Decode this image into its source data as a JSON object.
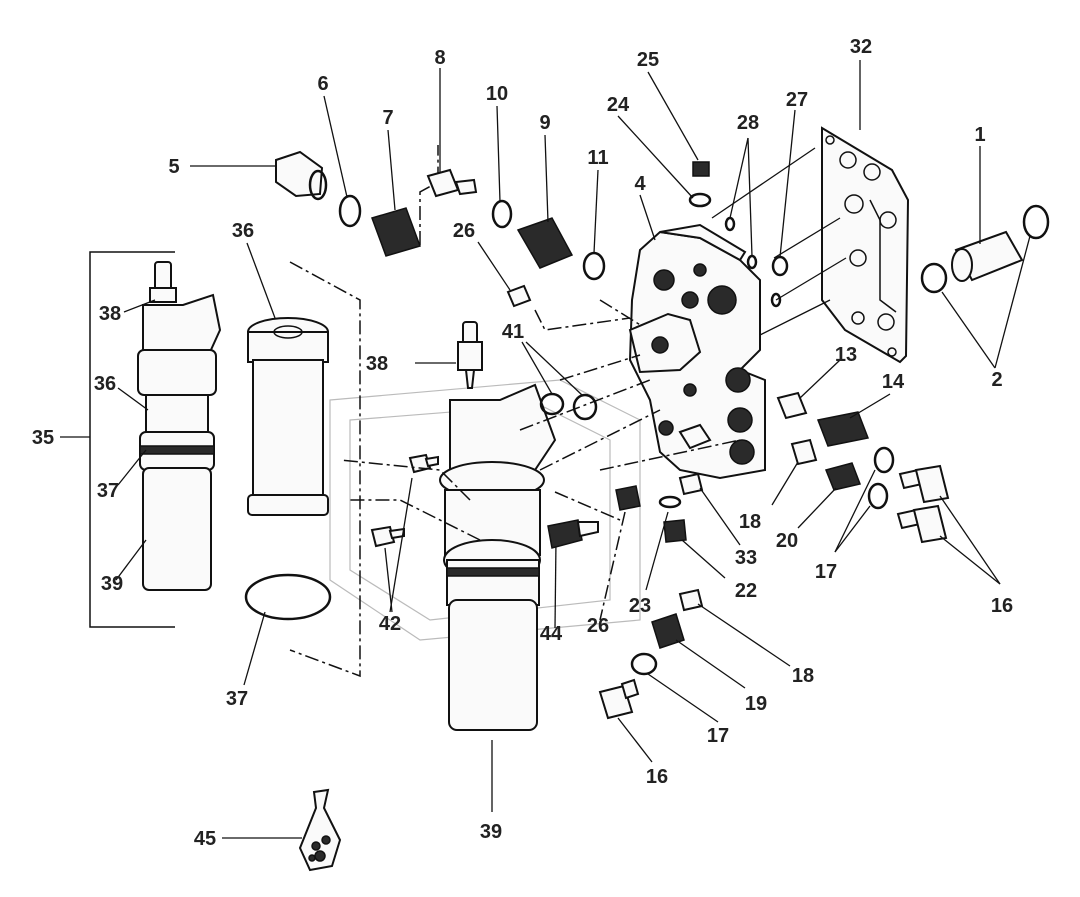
{
  "labels": {
    "l1": "1",
    "l2": "2",
    "l4": "4",
    "l5": "5",
    "l6": "6",
    "l7": "7",
    "l8": "8",
    "l9": "9",
    "l10": "10",
    "l11": "11",
    "l13": "13",
    "l14": "14",
    "l16a": "16",
    "l16b": "16",
    "l17a": "17",
    "l17b": "17",
    "l18a": "18",
    "l18b": "18",
    "l19": "19",
    "l20": "20",
    "l22": "22",
    "l23": "23",
    "l24": "24",
    "l25": "25",
    "l26a": "26",
    "l26b": "26",
    "l27": "27",
    "l28": "28",
    "l32": "32",
    "l33": "33",
    "l35": "35",
    "l36a": "36",
    "l36b": "36",
    "l37a": "37",
    "l37b": "37",
    "l38a": "38",
    "l38b": "38",
    "l39a": "39",
    "l39b": "39",
    "l41": "41",
    "l42": "42",
    "l44": "44",
    "l45": "45"
  }
}
